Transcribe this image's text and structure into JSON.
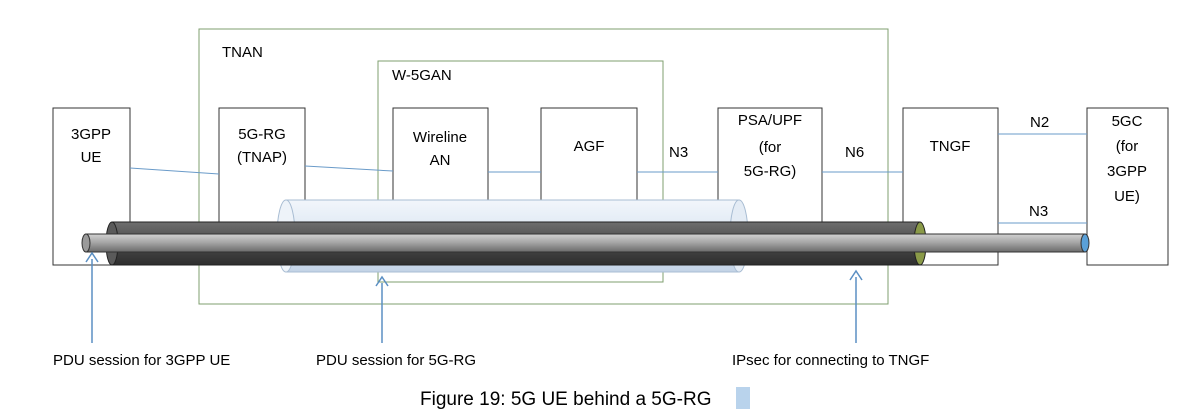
{
  "regions": {
    "tnan": "TNAN",
    "w5gan": "W-5GAN"
  },
  "nodes": {
    "ue": [
      "3GPP",
      "UE"
    ],
    "rg": [
      "5G-RG",
      "(TNAP)"
    ],
    "wan": [
      "Wireline",
      "AN"
    ],
    "agf": [
      "AGF"
    ],
    "upf": [
      "PSA/UPF",
      "(for",
      "5G-RG)"
    ],
    "tngf": [
      "TNGF"
    ],
    "gc": [
      "5GC",
      "(for",
      "3GPP",
      "UE)"
    ]
  },
  "interfaces": {
    "n3_left": "N3",
    "n6": "N6",
    "n2": "N2",
    "n3_right": "N3"
  },
  "callouts": {
    "pdu_ue": "PDU session for 3GPP UE",
    "pdu_rg": "PDU session for 5G-RG",
    "ipsec": "IPsec for connecting to TNGF"
  },
  "caption": {
    "before": "Figure 19: 5G UE behind a 5",
    "highlight": "G",
    "after": "-RG"
  },
  "colors": {
    "region_border": "#7f9f6f",
    "box_border": "#333333",
    "link": "#6a9bc9",
    "arrow": "#5b8fc3",
    "caption_highlight": "#b9d3ec"
  }
}
